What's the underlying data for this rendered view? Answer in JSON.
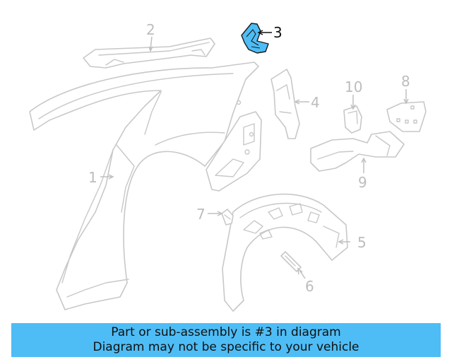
{
  "colors": {
    "highlight": "#4ebdf6",
    "outline": "#c8c8c8",
    "callout_gray": "#bdbdbd",
    "callout_dark": "#111111"
  },
  "callouts": {
    "c1": "1",
    "c2": "2",
    "c3": "3",
    "c4": "4",
    "c5": "5",
    "c6": "6",
    "c7": "7",
    "c8": "8",
    "c9": "9",
    "c10": "10"
  },
  "highlighted_part": "3",
  "banner": {
    "line1": "Part or sub-assembly is #3 in diagram",
    "line2": "Diagram may not be specific to your vehicle"
  }
}
